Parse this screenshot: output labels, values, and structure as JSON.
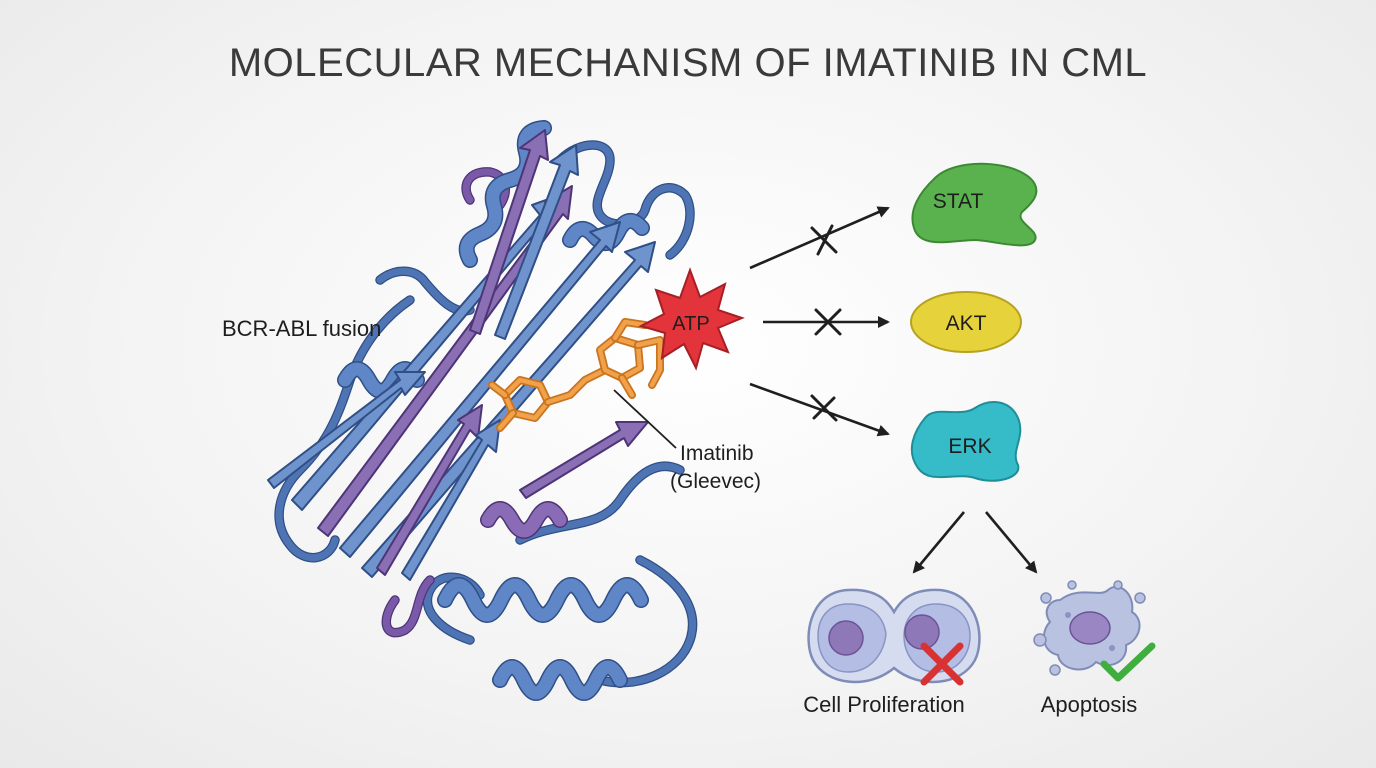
{
  "title": "MOLECULAR MECHANISM OF IMATINIB IN CML",
  "labels": {
    "protein": "BCR-ABL fusion",
    "atp": "ATP",
    "drug_line1": "Imatinib",
    "drug_line2": "(Gleevec)",
    "proliferation": "Cell Proliferation",
    "apoptosis": "Apoptosis"
  },
  "pathways": [
    {
      "name": "STAT",
      "color": "#5ab24f"
    },
    {
      "name": "AKT",
      "color": "#e6d23a"
    },
    {
      "name": "ERK",
      "color": "#35bcc8"
    }
  ],
  "colors": {
    "protein_blue": "#6f93cc",
    "protein_purple": "#8b6fb5",
    "drug_orange": "#e38b2e",
    "atp_red": "#e3343c",
    "blocked_red": "#d93232",
    "ok_green": "#3fae3f"
  },
  "icons": {
    "inhibited": "cross-icon",
    "proliferation_blocked": "red-x-icon",
    "apoptosis_ok": "green-check-icon"
  }
}
